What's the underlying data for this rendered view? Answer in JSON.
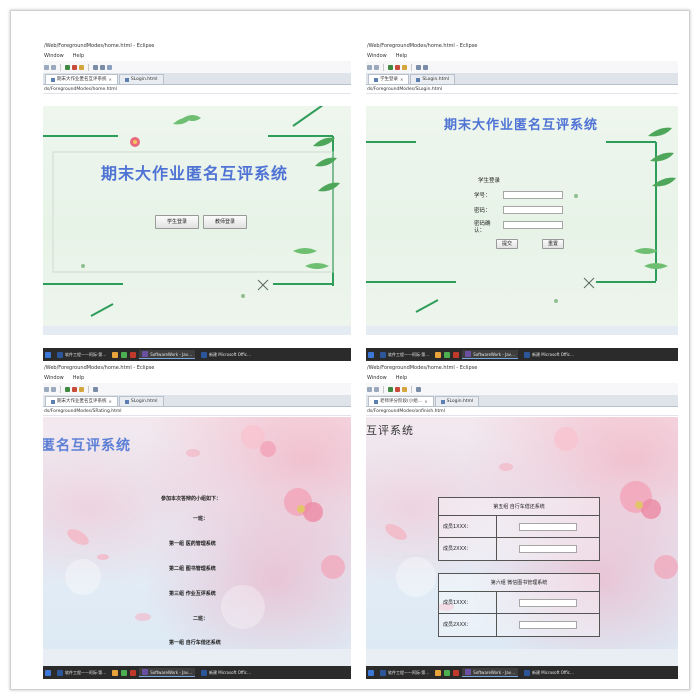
{
  "panels": [
    {
      "window_title": "/Web/ForegroundModes/home.html - Eclipse",
      "menu": [
        "Window",
        "Help"
      ],
      "tabs": [
        {
          "label": "期末大作业匿名互评系统",
          "active": true
        },
        {
          "label": "SLogin.html",
          "active": false
        }
      ],
      "address": "ds/ForegroundModes/home.html",
      "content": {
        "title": "期末大作业匿名互评系统",
        "buttons": [
          "学生登录",
          "教师登录"
        ]
      },
      "taskbar": [
        "软件工程——阿际·第…",
        "SoftwareWork - Jav…",
        "新建 Microsoft Offic…"
      ]
    },
    {
      "window_title": "/Web/ForegroundModes/home.html - Eclipse",
      "menu": [
        "Window",
        "Help"
      ],
      "tabs": [
        {
          "label": "学生登录",
          "active": true
        },
        {
          "label": "SLogin.html",
          "active": false
        }
      ],
      "address": "ds/ForegroundModes/SLogin.html",
      "content": {
        "title": "期末大作业匿名互评系统",
        "form_title": "学生登录",
        "fields": [
          "学号：",
          "密码：",
          "密码确认："
        ],
        "buttons": [
          "提交",
          "重置"
        ]
      },
      "taskbar": [
        "软件工程——阿际·第…",
        "SoftwareWork - Jav…",
        "新建 Microsoft Offic…"
      ]
    },
    {
      "window_title": "/Web/ForegroundModes/home.html - Eclipse",
      "menu": [
        "Window",
        "Help"
      ],
      "tabs": [
        {
          "label": "期末大作业匿名互评系统",
          "active": true
        },
        {
          "label": "SLogin.html",
          "active": false
        }
      ],
      "address": "ds/ForegroundModes/SRating.html",
      "content": {
        "title": "匿名互评系统",
        "intro": "参加本次答辩的小组如下：",
        "items": [
          "一班：",
          "第一组 医药管理系统",
          "第二组 图书管理系统",
          "第三组 作业互评系统",
          "二班：",
          "第一组 自行车借还系统"
        ]
      },
      "taskbar": [
        "软件工程——阿际·第…",
        "SoftwareWork - Jav…",
        "新建 Microsoft Offic…"
      ]
    },
    {
      "window_title": "/Web/ForegroundModes/home.html - Eclipse",
      "menu": [
        "Window",
        "Help"
      ],
      "tabs": [
        {
          "label": "老师评分阶段(小组…",
          "active": true
        },
        {
          "label": "SLogin.html",
          "active": false
        }
      ],
      "address": "ds/ForegroundModes/onfinish.html",
      "content": {
        "title": "互评系统",
        "groups": [
          {
            "name": "第五组 自行车借还系统",
            "members": [
              "成员1XXX：",
              "成员2XXX："
            ]
          },
          {
            "name": "第六组 微信图书管理系统",
            "members": [
              "成员1XXX：",
              "成员2XXX："
            ]
          }
        ]
      },
      "taskbar": [
        "软件工程——阿际·第…",
        "SoftwareWork - Jav…",
        "新建 Microsoft Offic…"
      ]
    }
  ],
  "colors": {
    "title_blue": "#4f73d4",
    "leaf_green": "#2e9d5a",
    "taskbar": "#2b2b2b"
  }
}
